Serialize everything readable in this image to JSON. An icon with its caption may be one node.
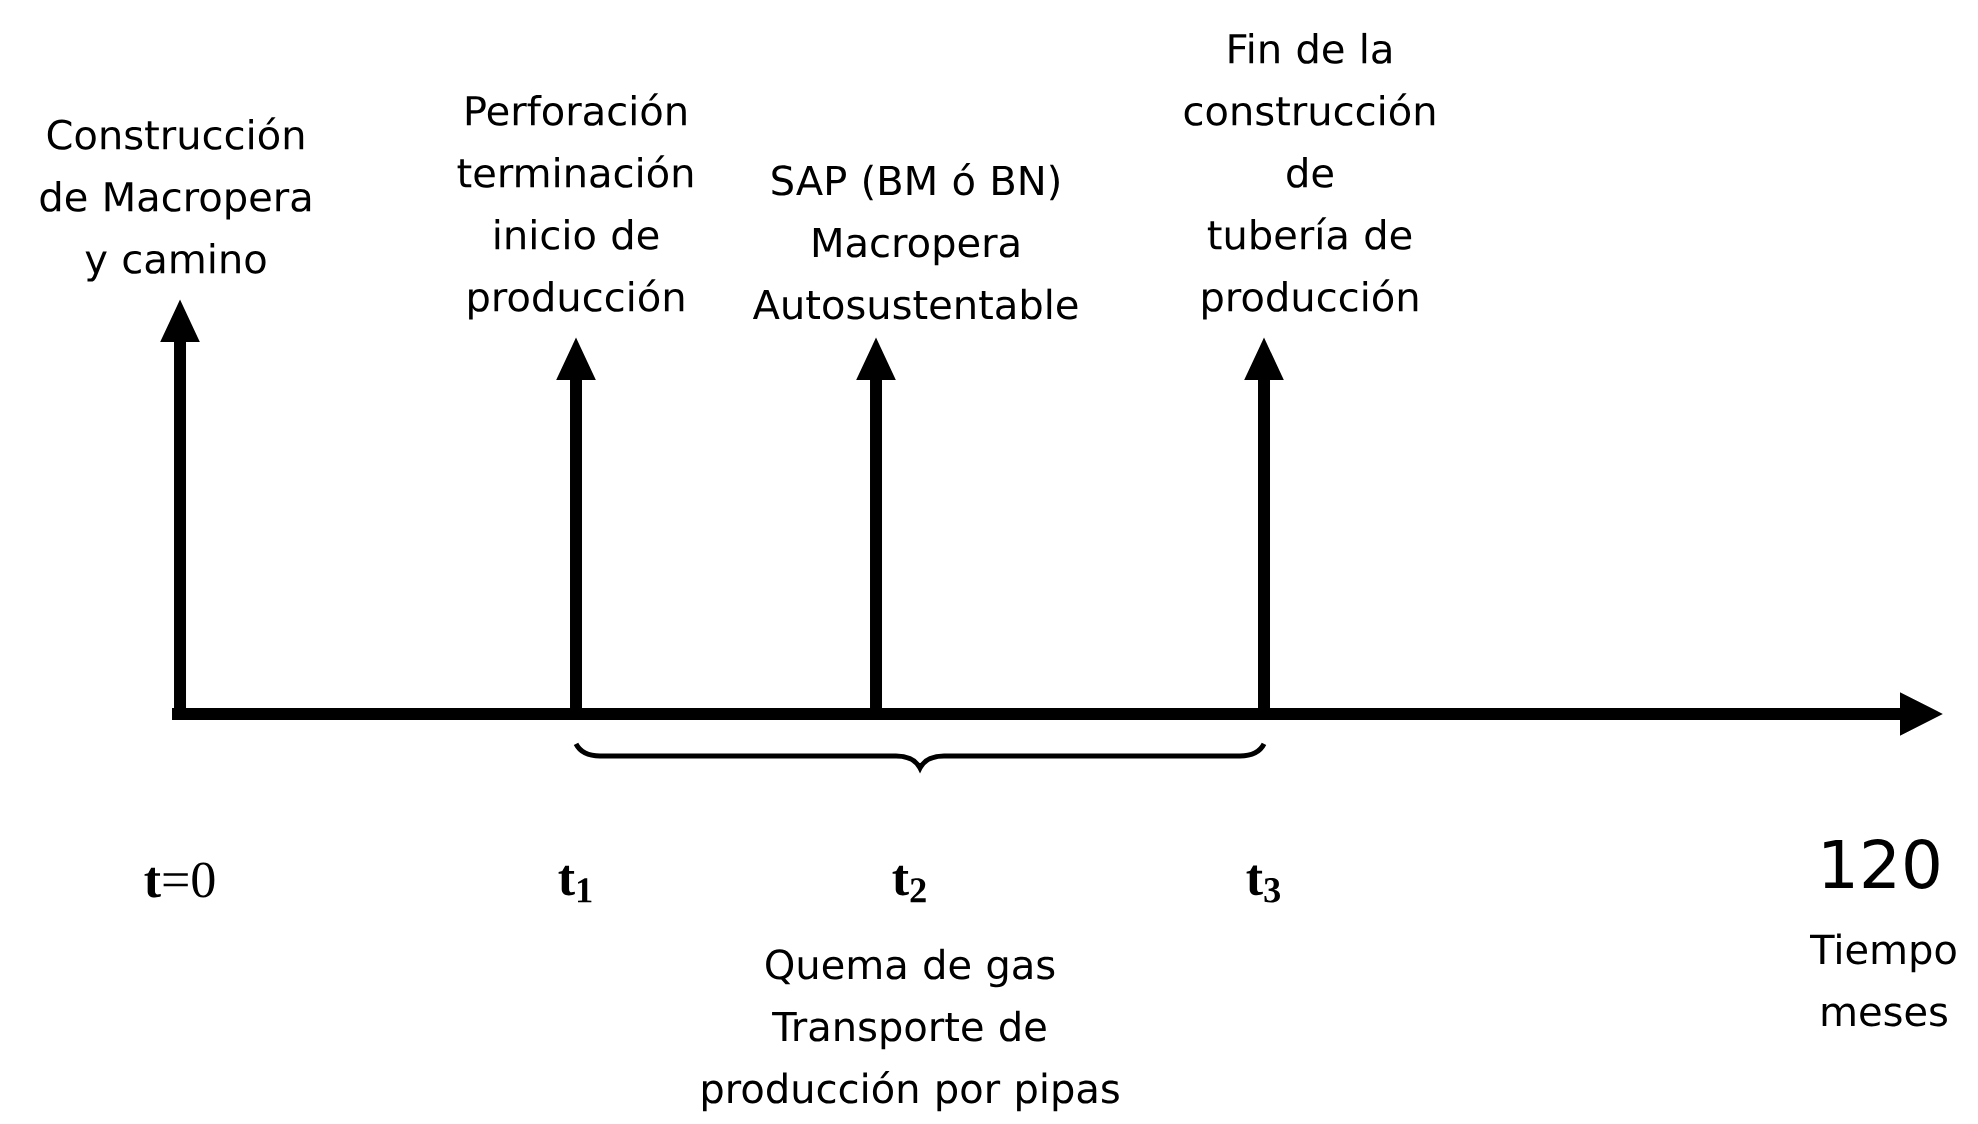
{
  "diagram": {
    "nodes": [
      {
        "text": [
          "Construcción de Macropera y camino"
        ]
      },
      {
        "text": [
          "Perforación terminación inicio de producción"
        ]
      },
      {
        "text": [
          "SAP (BM ó BN) Macropera Autosustentable"
        ]
      },
      {
        "text": [
          "Fin de la construcción de tubería de producción"
        ]
      }
    ],
    "edges": [
      {
        "from": null,
        "to": 0,
        "arrow": "to"
      },
      {
        "from": null,
        "to": 1,
        "arrow": "to"
      },
      {
        "from": null,
        "to": 2,
        "arrow": "to"
      },
      {
        "from": null,
        "to": 3,
        "arrow": "to"
      }
    ],
    "labels": [
      "**t**=0",
      "t$_{1}$",
      "t$_{2}$",
      "t$_{3}$",
      "120",
      "Quema de gas Transporte de producción por pipas",
      "Tiempo meses"
    ]
  }
}
